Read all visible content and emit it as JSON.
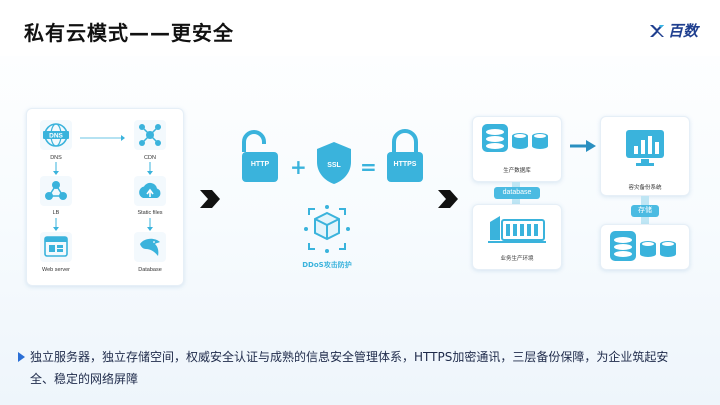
{
  "slide": {
    "title": "私有云模式——更安全",
    "logo_text": "百数"
  },
  "left_group": {
    "nodes": [
      {
        "label": "DNS",
        "icon": "dns-globe-icon"
      },
      {
        "label": "LB",
        "icon": "load-balancer-icon"
      },
      {
        "label": "Web server",
        "icon": "web-server-icon"
      },
      {
        "label": "CDN",
        "icon": "cdn-network-icon"
      },
      {
        "label": "Static files",
        "icon": "cloud-upload-icon"
      },
      {
        "label": "Database",
        "icon": "mysql-dolphin-icon"
      }
    ],
    "dns_icon_text": "DNS"
  },
  "middle_group": {
    "http_label": "HTTP",
    "ssl_label": "SSL",
    "https_label": "HTTPS",
    "plus": "+",
    "equals": "=",
    "ddos_label": "DDoS攻击防护"
  },
  "right_group": {
    "db_card_label": "生产数据库",
    "database_badge": "database",
    "env_card_label": "业务生产环境",
    "disaster_card_label": "容灾备份系统",
    "storage_badge": "存储"
  },
  "bullet_text": "独立服务器，独立存储空间，权威安全认证与成熟的信息安全管理体系，HTTPS加密通讯，三层备份保障，为企业筑起安全、稳定的网络屏障",
  "colors": {
    "accent": "#3ab3dc",
    "dark_blue": "#1f3f8f",
    "bullet_blue": "#2a6fd6"
  }
}
